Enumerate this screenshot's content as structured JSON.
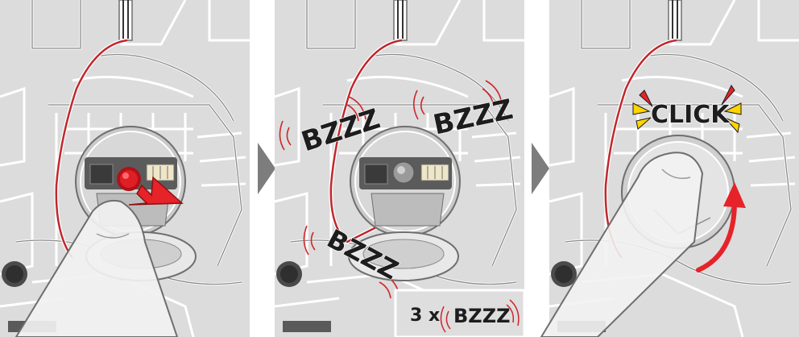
{
  "panel1": {
    "title": ""
  },
  "panel2": {
    "buzz_top_left": "BZZZ",
    "buzz_top_right": "BZZZ",
    "buzz_bottom": "BZZZ",
    "badge_count": "3 x",
    "badge_word": "BZZZ"
  },
  "panel3": {
    "click_label": "CLICK"
  },
  "colors": {
    "panel_bg": "#dcdcdc",
    "line_white": "#ffffff",
    "outline": "#6e6e6e",
    "wire_red": "#c0272d",
    "button_red": "#e01e25",
    "arrow_red": "#e52329",
    "chevron": "#7d7d7d",
    "burst_yellow": "#ffd400",
    "badge_bg": "#dedede"
  }
}
